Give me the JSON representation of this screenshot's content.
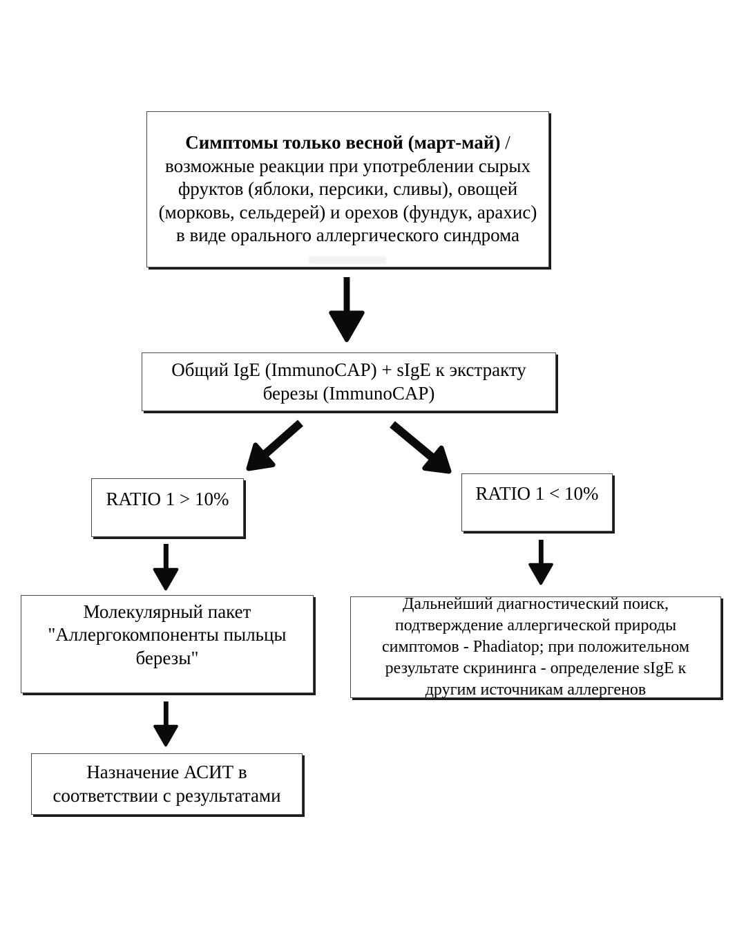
{
  "flowchart": {
    "background": "#ffffff",
    "colors": {
      "text": "#000000",
      "box_border": "#4a4a4a",
      "box_shadow": "#1b1b1b",
      "arrow": "#0a0a0a"
    },
    "nodes": {
      "symptoms": {
        "text_bold": "Симптомы только весной (март-май)",
        "text_rest": " / возможные реакции при употреблении сырых фруктов (яблоки, персики, сливы), овощей (морковь, сельдерей) и орехов (фундук, арахис) в виде орального аллергического синдрома"
      },
      "ige_test": {
        "text": "Общий IgE (ImmunoCAP) + sIgE к экстракту березы (ImmunoCAP)"
      },
      "ratio_high": {
        "text": "RATIO 1 > 10%"
      },
      "ratio_low": {
        "text": "RATIO 1 < 10%"
      },
      "molecular_panel": {
        "text": "Молекулярный пакет \"Аллергокомпоненты пыльцы березы\""
      },
      "further_diagnostics": {
        "text": "Дальнейший диагностический поиск, подтверждение аллергической природы симптомов - Phadiatop; при положительном результате скрининга - определение sIgE к другим источникам аллергенов"
      },
      "asit": {
        "text": "Назначение АСИТ в соответствии с результатами"
      }
    },
    "connections": [
      {
        "from": "symptoms",
        "to": "ige_test",
        "direction": "down"
      },
      {
        "from": "ige_test",
        "to": "ratio_high",
        "direction": "down-left"
      },
      {
        "from": "ige_test",
        "to": "ratio_low",
        "direction": "down-right"
      },
      {
        "from": "ratio_high",
        "to": "molecular_panel",
        "direction": "down"
      },
      {
        "from": "ratio_low",
        "to": "further_diagnostics",
        "direction": "down"
      },
      {
        "from": "molecular_panel",
        "to": "asit",
        "direction": "down"
      }
    ]
  }
}
